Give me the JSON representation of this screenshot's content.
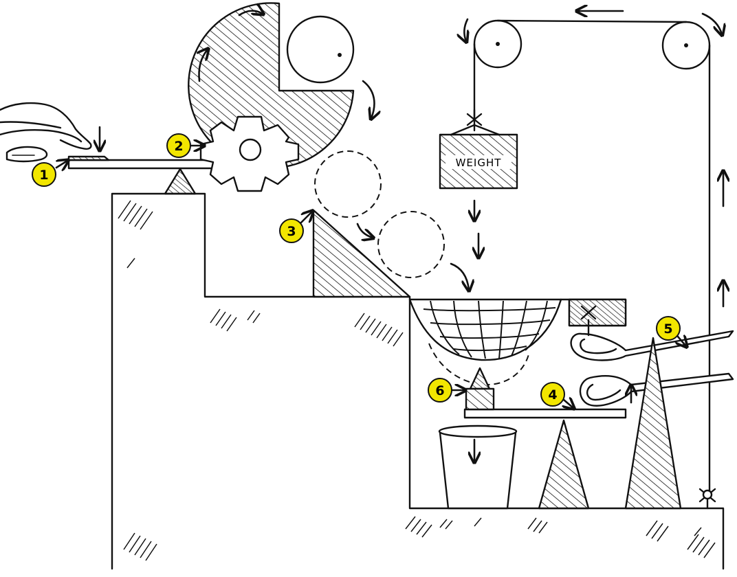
{
  "diagram": {
    "step_labels": [
      {
        "id": "1",
        "text": "1"
      },
      {
        "id": "2",
        "text": "2"
      },
      {
        "id": "3",
        "text": "3"
      },
      {
        "id": "4",
        "text": "4"
      },
      {
        "id": "5",
        "text": "5"
      },
      {
        "id": "6",
        "text": "6"
      }
    ],
    "weight_label": "WEIGHT"
  },
  "colors": {
    "badge_fill": "#f2e600",
    "ink": "#111111",
    "background": "#ffffff"
  }
}
